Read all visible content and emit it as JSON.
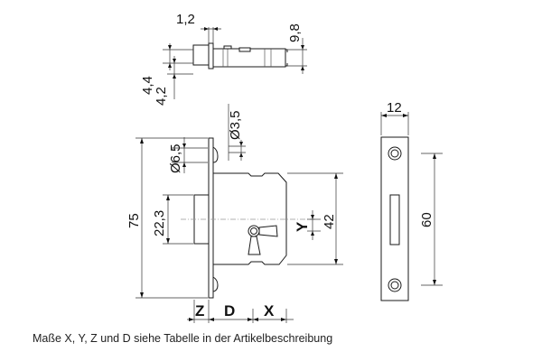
{
  "diagram": {
    "subject": "mortise lock technical drawing",
    "views": {
      "top_view": {
        "dims": {
          "faceplate_thickness": "1,2",
          "body_depth": "9,8",
          "bolt_offset_1": "4,4",
          "bolt_offset_2": "4,2"
        }
      },
      "front_view": {
        "dims": {
          "screw_hole_small": "Ø3,5",
          "screw_hole_large": "Ø6,5",
          "overall_height": "75",
          "bolt_height": "22,3",
          "body_height": "42"
        },
        "variables": {
          "y": "Y",
          "z": "Z",
          "d": "D",
          "x": "X"
        }
      },
      "strike_plate": {
        "dims": {
          "width": "12",
          "hole_spacing": "60"
        }
      }
    },
    "caption": "Maße X, Y, Z und D siehe Tabelle in der Artikelbeschreibung"
  }
}
